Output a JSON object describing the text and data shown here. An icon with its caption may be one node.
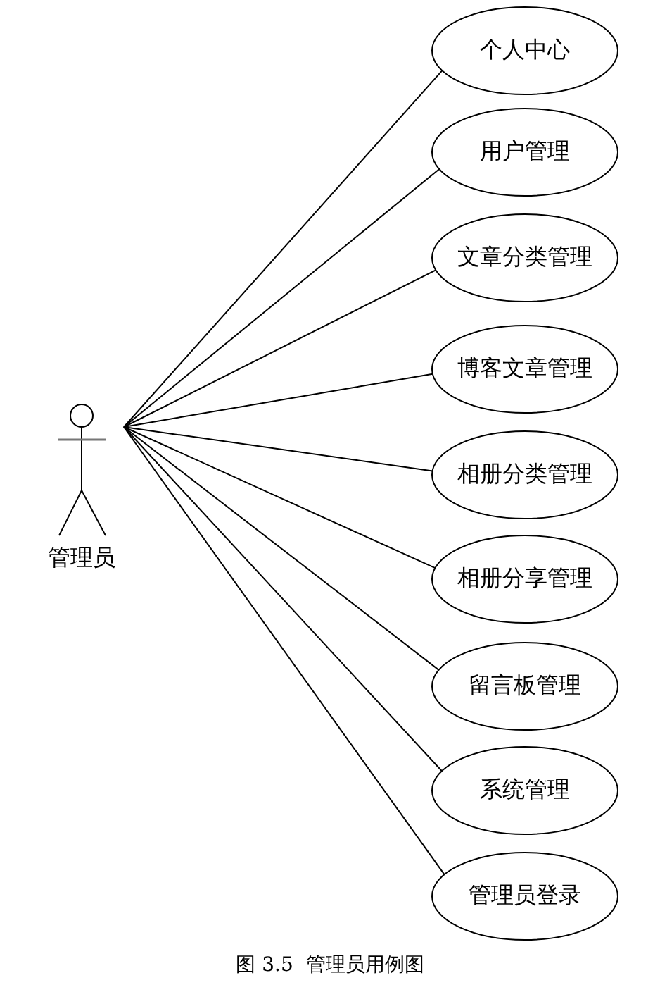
{
  "diagram": {
    "caption": "图 3.5  管理员用例图",
    "nodes": [
      {
        "text": [
          "管理员"
        ]
      },
      {
        "text": [
          "个人中心"
        ]
      },
      {
        "text": [
          "用户管理"
        ]
      },
      {
        "text": [
          "文章分类管理"
        ]
      },
      {
        "text": [
          "博客文章管理"
        ]
      },
      {
        "text": [
          "相册分类管理"
        ]
      },
      {
        "text": [
          "相册分享管理"
        ]
      },
      {
        "text": [
          "留言板管理"
        ]
      },
      {
        "text": [
          "系统管理"
        ]
      },
      {
        "text": [
          "管理员登录"
        ]
      }
    ],
    "edges": [
      {
        "from": 0,
        "to": 1,
        "arrow": "none"
      },
      {
        "from": 0,
        "to": 2,
        "arrow": "none"
      },
      {
        "from": 0,
        "to": 3,
        "arrow": "none"
      },
      {
        "from": 0,
        "to": 4,
        "arrow": "none"
      },
      {
        "from": 0,
        "to": 5,
        "arrow": "none"
      },
      {
        "from": 0,
        "to": 6,
        "arrow": "none"
      },
      {
        "from": 0,
        "to": 7,
        "arrow": "none"
      },
      {
        "from": 0,
        "to": 8,
        "arrow": "none"
      },
      {
        "from": 0,
        "to": 9,
        "arrow": "none"
      }
    ]
  }
}
